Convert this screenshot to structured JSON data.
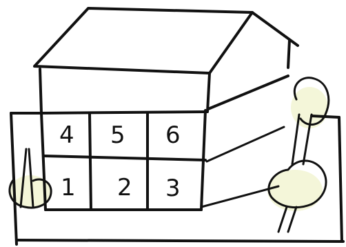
{
  "colors": {
    "ink": "#111111",
    "paper": "#ffffff",
    "tree_wash": "#f4f6d9"
  },
  "windows": {
    "top": [
      "4",
      "5",
      "6"
    ],
    "bottom": [
      "1",
      "2",
      "3"
    ]
  }
}
